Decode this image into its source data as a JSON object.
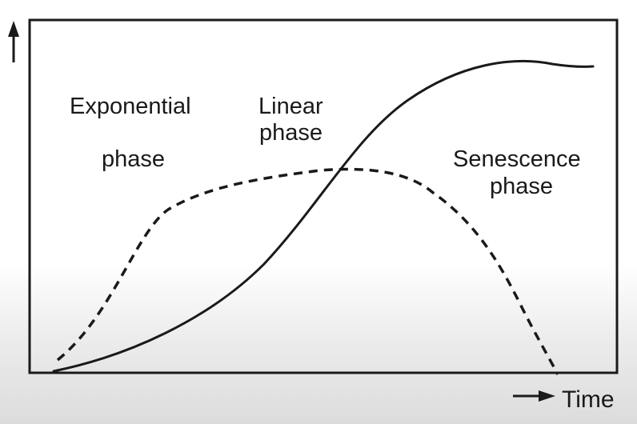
{
  "diagram": {
    "labels": {
      "exponential_line1": "Exponential",
      "exponential_line2": "phase",
      "linear_line1": "Linear",
      "linear_line2": "phase",
      "senescence_line1": "Senescence",
      "senescence_line2": "phase",
      "x_axis": "Time"
    },
    "colors": {
      "ink": "#1a1a1a",
      "frame": "#1a1a1a"
    }
  },
  "chart_data": {
    "type": "line",
    "title": "",
    "xlabel": "Time",
    "ylabel": "",
    "grid": false,
    "ticks": false,
    "series": [
      {
        "style": "solid",
        "shape": "sigmoid"
      },
      {
        "style": "dashed",
        "shape": "rise-plateau-fall"
      }
    ],
    "annotations": [
      "Exponential",
      "phase",
      "Linear",
      "phase",
      "Senescence",
      "phase"
    ]
  }
}
